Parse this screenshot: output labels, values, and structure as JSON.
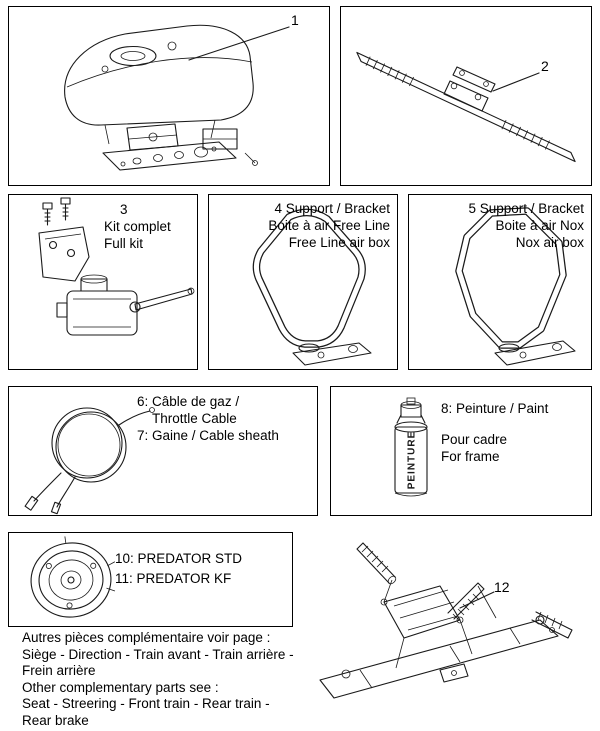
{
  "callouts": {
    "airbox": "1",
    "handlebar": "2",
    "pedals": "12"
  },
  "panels": {
    "kit": {
      "number": "3",
      "title_fr": "Kit complet",
      "title_en": "Full kit"
    },
    "freeline": {
      "title": "4 Support / Bracket",
      "subtitle_fr": "Boite à air Free Line",
      "subtitle_en": "Free Line air box"
    },
    "nox": {
      "title": "5 Support / Bracket",
      "subtitle_fr": "Boite à air Nox",
      "subtitle_en": "Nox air box"
    },
    "cable": {
      "line1": "6: Câble  de gaz /",
      "line2": "Throttle Cable",
      "line3": "7: Gaine / Cable sheath"
    },
    "paint": {
      "title": "8: Peinture / Paint",
      "line2": "Pour cadre",
      "line3": "For frame",
      "can_label": "PEINTURE"
    },
    "predator": {
      "line1": "10: PREDATOR STD",
      "line2": "11: PREDATOR KF"
    }
  },
  "footer": {
    "lines": [
      "Autres pièces complémentaire voir page :",
      "Siège - Direction - Train avant - Train arrière -",
      "Frein arrière",
      "Other complementary parts see :",
      "Seat - Streering - Front train - Rear train -",
      "Rear brake"
    ]
  }
}
